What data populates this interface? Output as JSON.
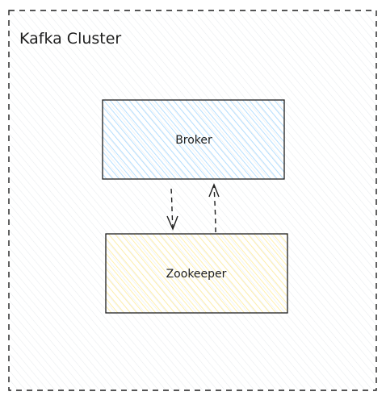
{
  "cluster": {
    "label": "Kafka Cluster",
    "fill_color": "#e9ecef",
    "stroke_color": "#1e1e1e"
  },
  "nodes": {
    "broker": {
      "label": "Broker",
      "fill_color": "#a5d8ff"
    },
    "zookeeper": {
      "label": "Zookeeper",
      "fill_color": "#ffec99"
    }
  },
  "edges": [
    {
      "from": "broker",
      "to": "zookeeper",
      "style": "dashed"
    },
    {
      "from": "zookeeper",
      "to": "broker",
      "style": "dashed"
    }
  ]
}
